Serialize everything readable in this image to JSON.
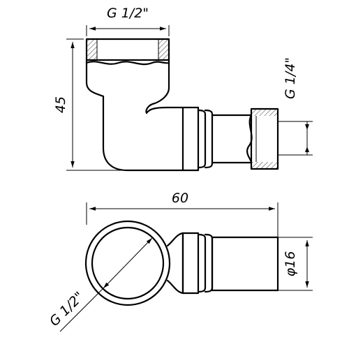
{
  "drawing": {
    "front_view": {
      "top_thread_label": "G 1/2\"",
      "side_thread_label": "G 1/4\"",
      "height_label": "45"
    },
    "bottom_view": {
      "length_label": "60",
      "diameter_label": "φ16",
      "thread_label": "G 1/2\""
    }
  }
}
